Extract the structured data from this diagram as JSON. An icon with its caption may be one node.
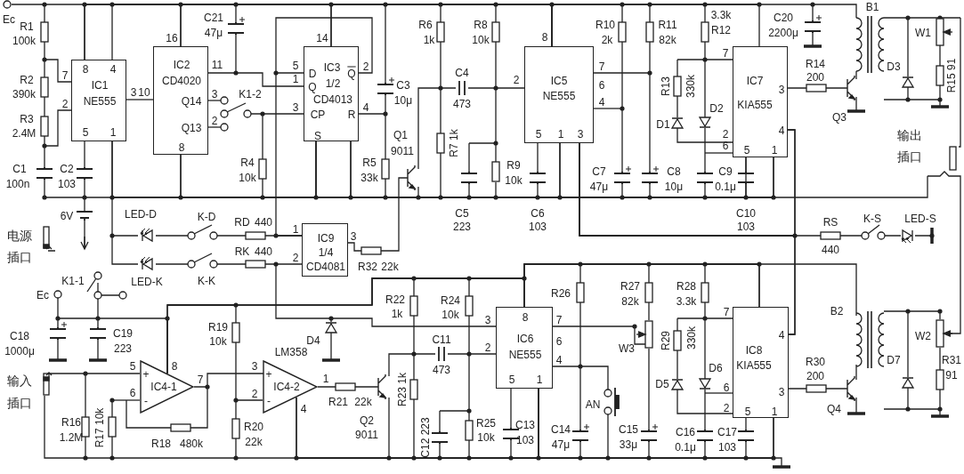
{
  "diagram": {
    "nodes": [
      {
        "text": [
          "8",
          "4",
          "IC1",
          "NE555",
          "5",
          "1"
        ],
        "beside": [
          "7",
          "2",
          "3"
        ]
      },
      {
        "text": [
          "IC2",
          "CD4020",
          "Q14",
          "Q13",
          "8"
        ],
        "beside": [
          "16",
          "10",
          "11",
          "3",
          "2"
        ]
      },
      {
        "text": [
          "D",
          "IC3",
          "Q",
          "Q",
          "1/2",
          "CD4013",
          "CP",
          "R",
          "S"
        ],
        "beside": [
          "14",
          "5",
          "1",
          "3",
          "2",
          "4"
        ]
      },
      {
        "text": [
          "IC5",
          "NE555",
          "5",
          "1",
          "3"
        ],
        "beside": [
          "2",
          "8",
          "7",
          "6",
          "4"
        ]
      },
      {
        "text": [
          "IC7",
          "3",
          "KIA555",
          "4",
          "5",
          "1"
        ],
        "beside": [
          "7",
          "2",
          "6"
        ]
      },
      {
        "text": [
          "IC9",
          "1/4",
          "CD4081"
        ],
        "beside": [
          "1",
          "2",
          "3"
        ]
      },
      {
        "text": [
          "+",
          "IC4-1",
          "-"
        ],
        "beside": [
          "5",
          "6",
          "8",
          "7"
        ]
      },
      {
        "text": [
          "+",
          "IC4-2",
          "-"
        ],
        "beside": [
          "LM358",
          "3",
          "2",
          "1",
          "4"
        ]
      },
      {
        "text": [
          "8",
          "IC6",
          "NE555",
          "5",
          "1"
        ],
        "beside": [
          "3",
          "2",
          "7",
          "6",
          "4"
        ]
      },
      {
        "text": [
          "4",
          "IC8",
          "KIA555",
          "3",
          "5",
          "1"
        ],
        "beside": [
          "7",
          "6",
          "2"
        ]
      }
    ],
    "edges": [
      {
        "from": 0,
        "to": 1,
        "arrow": "none"
      },
      {
        "from": 1,
        "to": 2,
        "arrow": "none"
      },
      {
        "from": 6,
        "to": 7,
        "arrow": "none"
      },
      {
        "from": 4,
        "to": 9,
        "arrow": "none"
      },
      {
        "from": 1,
        "to": 4,
        "arrow": "none"
      },
      {
        "from": 7,
        "to": 9,
        "arrow": "none"
      },
      {
        "from": 0,
        "to": 4,
        "arrow": "none"
      },
      {
        "from": 8,
        "to": 9,
        "arrow": "none"
      },
      {
        "from": 5,
        "to": 8,
        "arrow": "none"
      },
      {
        "from": 2,
        "to": 5,
        "arrow": "none"
      },
      {
        "from": 8,
        "to": 9,
        "arrow": "none"
      },
      {
        "from": 0,
        "to": 3,
        "arrow": "none"
      },
      {
        "from": 1,
        "to": 2,
        "arrow": "none"
      },
      {
        "from": 2,
        "to": 4,
        "arrow": "none"
      },
      {
        "from": 2,
        "to": 3,
        "arrow": "none"
      },
      {
        "from": 1,
        "to": 3,
        "arrow": "none"
      },
      {
        "from": 3,
        "to": 4,
        "arrow": "none"
      },
      {
        "from": 3,
        "to": 4,
        "arrow": "none"
      },
      {
        "from": 0,
        "to": 2,
        "arrow": "none"
      },
      {
        "from": 6,
        "to": 8,
        "arrow": "none"
      },
      {
        "from": 6,
        "to": 9,
        "arrow": "none"
      },
      {
        "from": 7,
        "to": 8,
        "arrow": "none"
      },
      {
        "from": 3,
        "to": 9,
        "arrow": "none"
      }
    ],
    "labels": [
      "Ec",
      "R1",
      "100k",
      "R2",
      "390k",
      "R3",
      "2.4M",
      "C1",
      "100n",
      "C2",
      "103",
      "6V",
      "C21",
      "47μ",
      "K1-2",
      "R4",
      "10k",
      "C3",
      "10μ",
      "R5",
      "33k",
      "R6",
      "1k",
      "R8",
      "10k",
      "C4",
      "473",
      "Q1",
      "9011",
      "R7 1k",
      "R9",
      "10k",
      "R10",
      "2k",
      "R11",
      "82k",
      "3.3k",
      "R12",
      "R13",
      "330k",
      "D1",
      "D2",
      "C20",
      "2200μ",
      "R14",
      "200",
      "Q3",
      "B1",
      "W1",
      "D3",
      "R15 91",
      "C5",
      "223",
      "C6",
      "103",
      "C7",
      "47μ",
      "C8",
      "10μ",
      "C9",
      "0.1μ",
      "C10",
      "103",
      "输出",
      "插口",
      "LED-D",
      "K-D",
      "RD",
      "440",
      "电源",
      "插口",
      "LED-K",
      "K-K",
      "RK",
      "440",
      "R32",
      "22k",
      "RS",
      "K-S",
      "LED-S",
      "440",
      "K1-1",
      "Ec",
      "C18",
      "1000μ",
      "C19",
      "223",
      "R19",
      "10k",
      "D4",
      "R22",
      "1k",
      "R24",
      "10k",
      "R26",
      "R27",
      "82k",
      "R28",
      "3.3k",
      "输入",
      "插口",
      "C11",
      "473",
      "R23 1k",
      "R21",
      "22k",
      "Q2",
      "9011",
      "W3",
      "R29",
      "330k",
      "D5",
      "D6",
      "B2",
      "R30",
      "200",
      "W2",
      "D7",
      "R31",
      "91",
      "Q4",
      "AN",
      "R16",
      "1.2M",
      "R17 10k",
      "R18",
      "480k",
      "R20",
      "22k",
      "C12 223",
      "R25",
      "10k",
      "C13",
      "103",
      "C14",
      "47μ",
      "C15",
      "33μ",
      "C16",
      "0.1μ",
      "C17",
      "103"
    ]
  }
}
